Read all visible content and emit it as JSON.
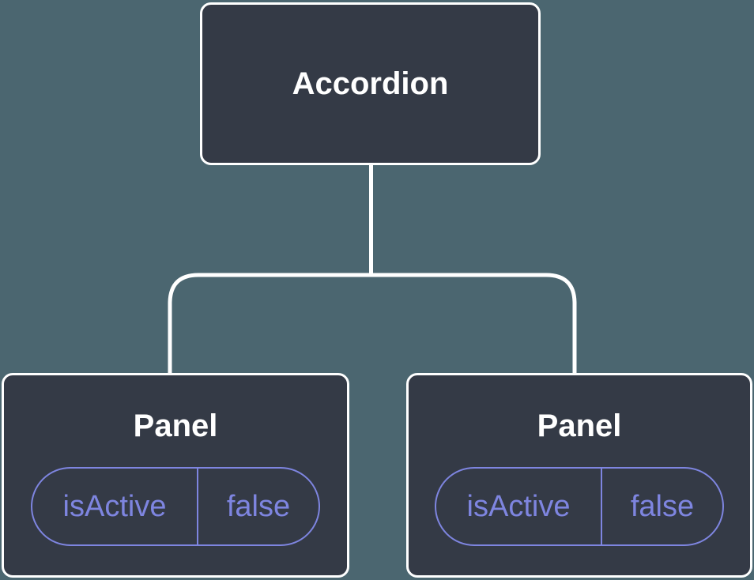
{
  "diagram": {
    "root": {
      "label": "Accordion"
    },
    "children": [
      {
        "label": "Panel",
        "state": {
          "key": "isActive",
          "value": "false"
        }
      },
      {
        "label": "Panel",
        "state": {
          "key": "isActive",
          "value": "false"
        }
      }
    ],
    "colors": {
      "background": "#4B6670",
      "node_fill": "#343A46",
      "node_border": "#FFFFFF",
      "node_text": "#FFFFFF",
      "accent": "#7E85E0",
      "connector": "#FFFFFF"
    }
  }
}
